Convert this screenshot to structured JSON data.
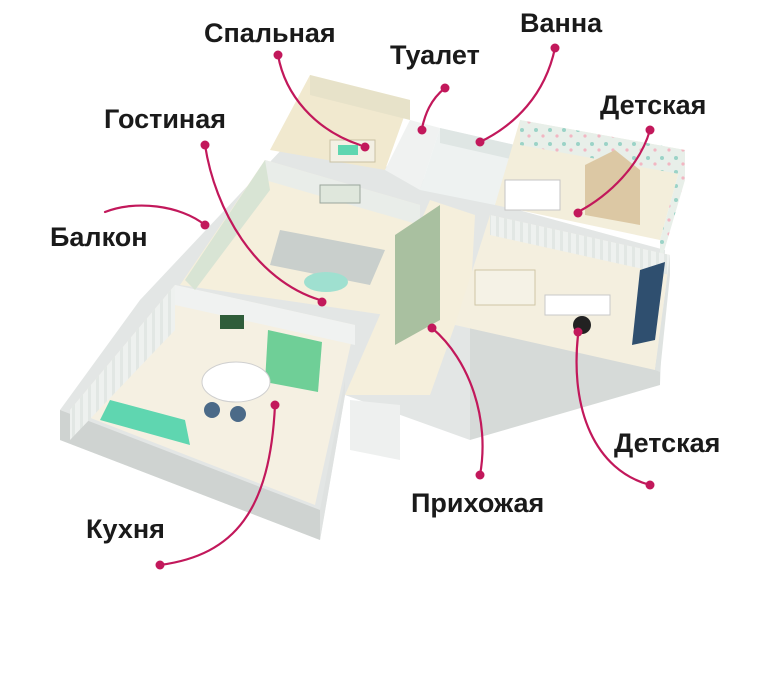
{
  "labels": {
    "spalnaya": "Спальная",
    "tualet": "Туалет",
    "vanna": "Ванна",
    "gostinaya": "Гостиная",
    "detskaya_top": "Детская",
    "balkon": "Балкон",
    "detskaya_right": "Детская",
    "prihozhaya": "Прихожая",
    "kuhnya": "Кухня"
  },
  "colors": {
    "leader": "#c2185b",
    "mint": "#5fd6b0",
    "green_cabinet": "#6fcf97",
    "sage": "#a9c0a0",
    "floor": "#f3ecdb",
    "wall": "#f1f3f2",
    "wall_shadow": "#d7dbd9"
  }
}
